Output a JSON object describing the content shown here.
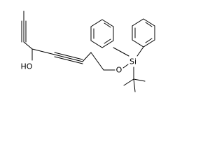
{
  "atoms": {
    "hydroxyl": "HO",
    "ether_oxygen": "O",
    "silicon": "Si"
  }
}
